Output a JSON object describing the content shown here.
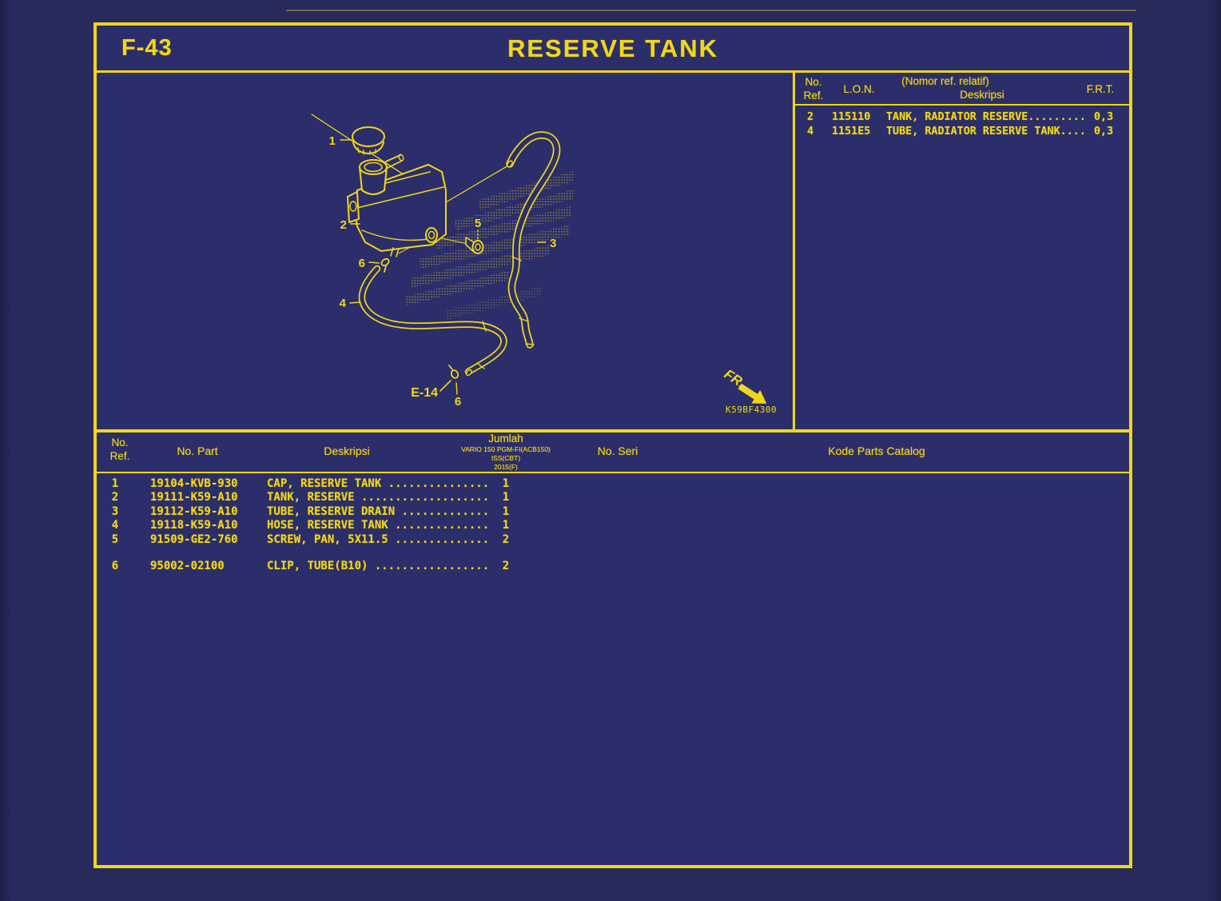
{
  "page": {
    "code": "F-43",
    "title": "RESERVE TANK"
  },
  "ref_table": {
    "col_no": "No.",
    "col_ref": "Ref.",
    "col_lon": "L.O.N.",
    "col_rel": "(Nomor ref. relatif)",
    "col_desc": "Deskripsi",
    "col_frt": "F.R.T.",
    "rows": [
      {
        "ref": "2",
        "lon": "115110",
        "desc": "TANK, RADIATOR RESERVE.........",
        "frt": "0,3"
      },
      {
        "ref": "4",
        "lon": "1151E5",
        "desc": "TUBE, RADIATOR RESERVE TANK....",
        "frt": "0,3"
      }
    ]
  },
  "parts_table": {
    "col_no": "No.",
    "col_ref": "Ref.",
    "col_part": "No. Part",
    "col_desc": "Deskripsi",
    "col_jumlah": "Jumlah",
    "jumlah_sub1": "VARIO 150 PGM-FI(ACB150)",
    "jumlah_sub2": "ISS(CBT)",
    "jumlah_sub3": "2015(F)",
    "col_seri": "No. Seri",
    "col_kode": "Kode Parts Catalog",
    "rows": [
      {
        "ref": "1",
        "part": "19104-KVB-930",
        "desc": "CAP, RESERVE TANK ...............",
        "qty": "1"
      },
      {
        "ref": "2",
        "part": "19111-K59-A10",
        "desc": "TANK, RESERVE ...................",
        "qty": "1"
      },
      {
        "ref": "3",
        "part": "19112-K59-A10",
        "desc": "TUBE, RESERVE DRAIN .............",
        "qty": "1"
      },
      {
        "ref": "4",
        "part": "19118-K59-A10",
        "desc": "HOSE, RESERVE TANK ..............",
        "qty": "1"
      },
      {
        "ref": "5",
        "part": "91509-GE2-760",
        "desc": "SCREW, PAN, 5X11.5 ..............",
        "qty": "2"
      },
      {
        "ref": "6",
        "part": "95002-02100",
        "desc": "CLIP, TUBE(B10) .................",
        "qty": "2"
      }
    ]
  },
  "diagram": {
    "callout_cap": "1",
    "callout_tank": "2",
    "callout_tube": "3",
    "callout_hose": "4",
    "callout_screw": "5",
    "callout_clip_upper": "6",
    "callout_clip_lower": "6",
    "callout_ref_page": "E-14",
    "front_label": "FR.",
    "drawing_code": "K59BF4300"
  },
  "colors": {
    "background": "#2b2e6a",
    "outer_background": "#282a5c",
    "line_yellow": "#f0d61a",
    "text_yellow": "#f2d716"
  }
}
